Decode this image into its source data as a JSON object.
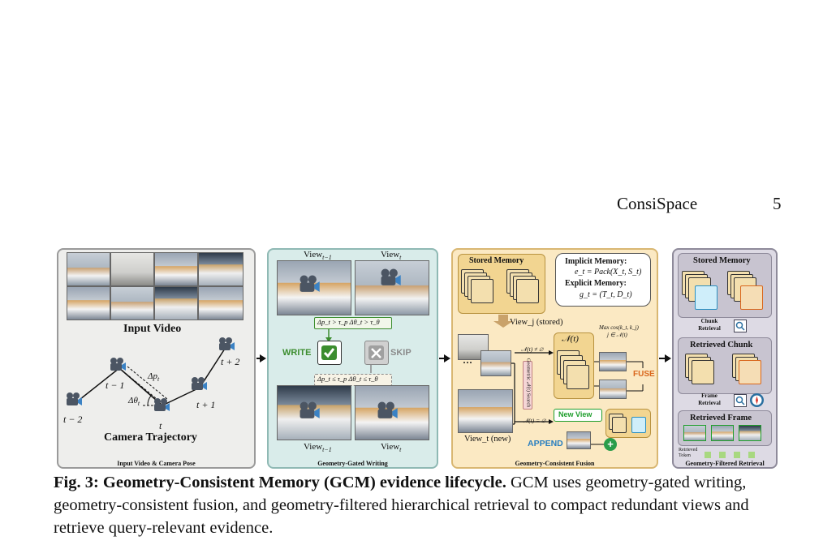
{
  "header": {
    "title": "ConsiSpace",
    "page_number": "5"
  },
  "panel1": {
    "input_video_label": "Input Video",
    "camera_trajectory_label": "Camera Trajectory",
    "caption": "Input Video & Camera Pose",
    "labels": {
      "t_minus_2": "t − 2",
      "t_minus_1": "t − 1",
      "t": "t",
      "t_plus_1": "t + 1",
      "t_plus_2": "t + 2",
      "delta_p": "Δp",
      "delta_p_sub": "t",
      "delta_theta": "Δθ",
      "delta_theta_sub": "t"
    }
  },
  "panel2": {
    "view_prev_top": "View",
    "view_prev_top_sub": "t−1",
    "view_cur_top": "View",
    "view_cur_top_sub": "t",
    "cond_write": "Δp_t > τ_p     Δθ_t > τ_θ",
    "cond_skip": "Δp_t ≤ τ_p     Δθ_t ≤ τ_θ",
    "write_label": "WRITE",
    "skip_label": "SKIP",
    "view_prev_bottom": "View",
    "view_prev_bottom_sub": "t−1",
    "view_cur_bottom": "View",
    "view_cur_bottom_sub": "t",
    "caption": "Geometry-Gated Writing"
  },
  "panel3": {
    "stored_memory_label": "Stored Memory",
    "implicit_memory_label": "Implicit Memory:",
    "implicit_formula": "e_t = Pack(X_t, S_t)",
    "explicit_memory_label": "Explicit Memory:",
    "explicit_formula": "g_t = (T_t, D_t)",
    "view_stored": "View_j (stored)",
    "neighbor_nonempty": "𝒩(t) ≠ ∅",
    "neighbor_empty": "𝒩(t) = ∅",
    "geometric_search": "Geometric 𝒩(t) Search",
    "n_t_label": "𝒩(t)",
    "max_cos": "Max cos(k_t, k_j)",
    "max_cos_sub": "j ∈ 𝒩(t)",
    "fuse_label": "FUSE",
    "new_view_label": "New View",
    "append_label": "APPEND",
    "view_new": "View_t (new)",
    "ellipsis": "···",
    "caption": "Geometry-Consistent Fusion"
  },
  "panel4": {
    "stored_memory_label": "Stored Memory",
    "chunk_retrieval_label": "Chunk Retrieval",
    "retrieved_chunk_label": "Retrieved Chunk",
    "frame_retrieval_label": "Frame Retrieval",
    "retrieved_frame_label": "Retrieved Frame",
    "retrieved_token_label": "Retrieved Token",
    "caption": "Geometry-Filtered Retrieval"
  },
  "caption": {
    "head": "Fig. 3: Geometry-Consistent Memory (GCM) evidence lifecycle.",
    "body": " GCM uses geometry-gated writing, geometry-consistent fusion, and geometry-filtered hierarchical retrieval to compact redundant views and retrieve query-relevant evidence."
  },
  "colors": {
    "panel1_bg": "#eeeeec",
    "panel2_bg": "#d9ecea",
    "panel3_bg": "#fbe9c3",
    "panel4_bg": "#dddae4",
    "write_green": "#3c8d2f",
    "skip_gray": "#8a8a8a",
    "fuse_orange": "#d9661c",
    "append_blue": "#2a7fc0",
    "new_view_green": "#1f9e2c"
  }
}
